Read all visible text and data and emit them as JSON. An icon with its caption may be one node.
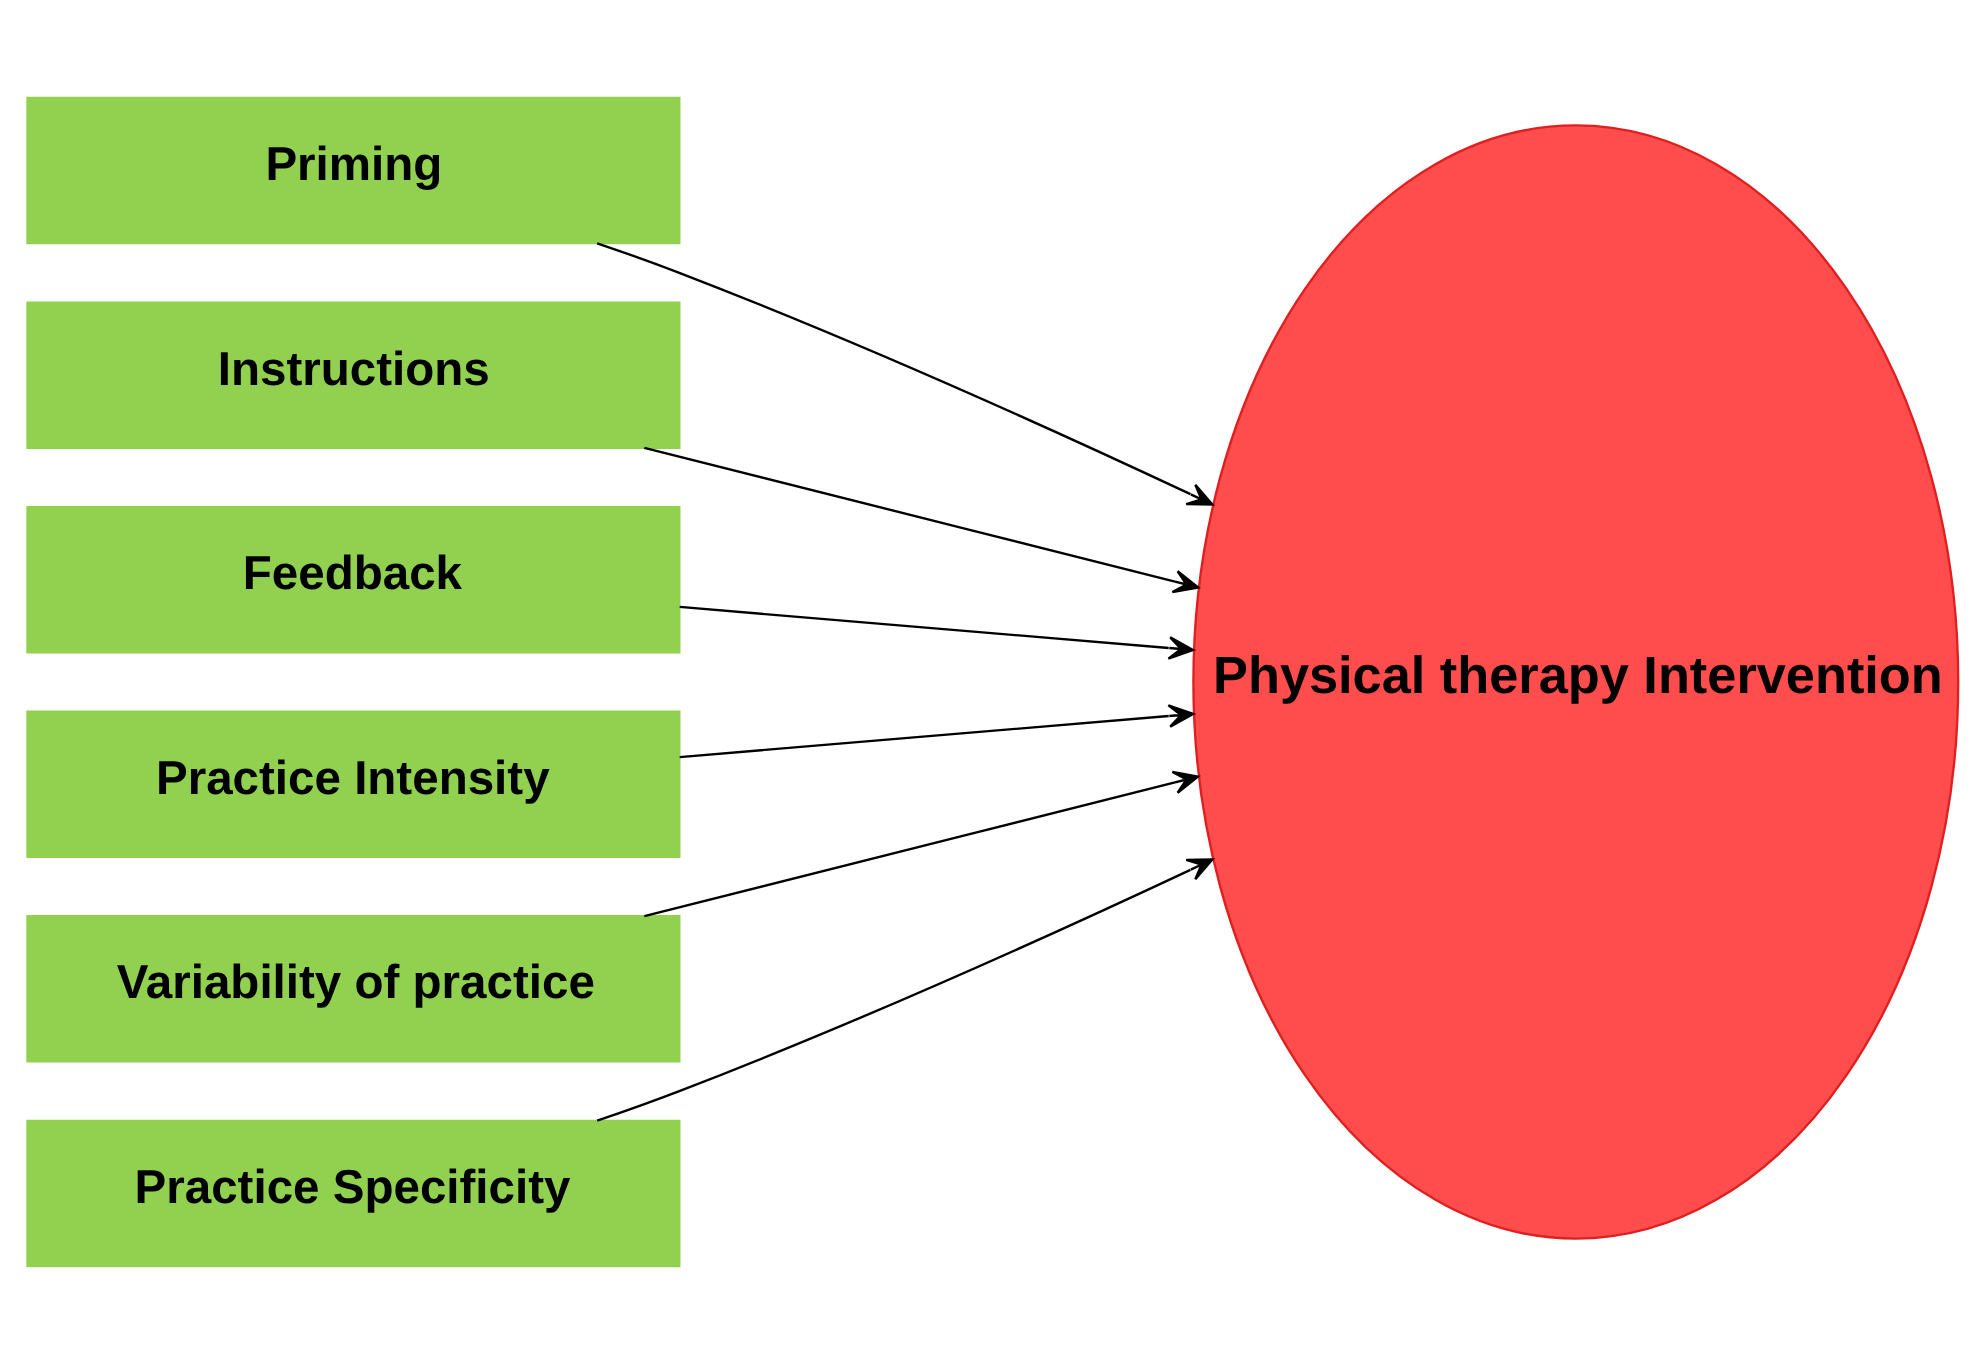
{
  "diagram": {
    "nodes": [
      {
        "text": [
          "Priming"
        ]
      },
      {
        "text": [
          "Instructions"
        ]
      },
      {
        "text": [
          "Feedback"
        ]
      },
      {
        "text": [
          "Practice Intensity"
        ]
      },
      {
        "text": [
          "Variability of practice"
        ]
      },
      {
        "text": [
          "Practice Specificity"
        ]
      },
      {
        "text": [
          "Physical therapy Intervention"
        ]
      }
    ],
    "edges": [
      {
        "from": 0,
        "to": 6,
        "arrow": "to"
      },
      {
        "from": 1,
        "to": 6,
        "arrow": "to"
      },
      {
        "from": 2,
        "to": 6,
        "arrow": "to"
      },
      {
        "from": 3,
        "to": 6,
        "arrow": "to"
      },
      {
        "from": 4,
        "to": 6,
        "arrow": "to"
      },
      {
        "from": 5,
        "to": 6,
        "arrow": "to"
      }
    ]
  }
}
